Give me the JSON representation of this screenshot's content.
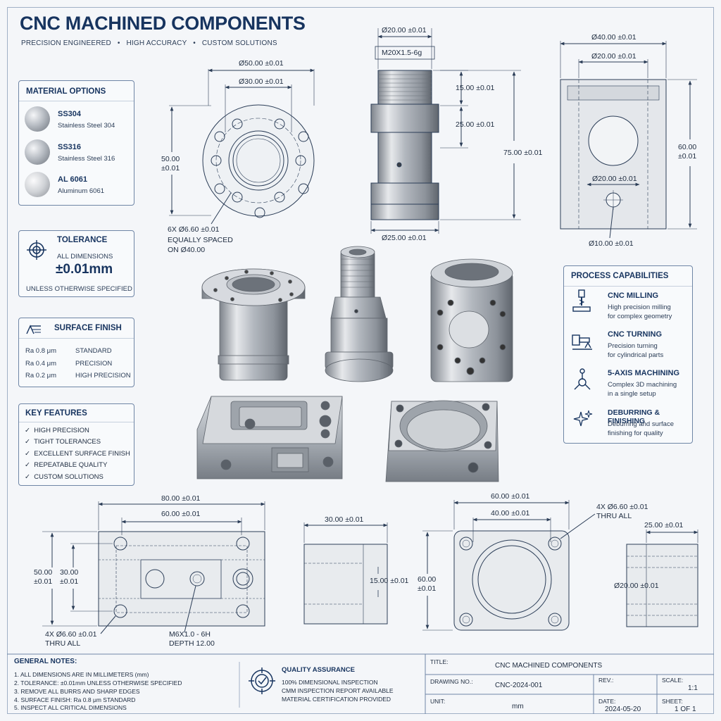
{
  "header": {
    "title": "CNC MACHINED COMPONENTS",
    "subtitle_items": [
      "PRECISION ENGINEERED",
      "HIGH ACCURACY",
      "CUSTOM SOLUTIONS"
    ],
    "separator": "•"
  },
  "materials": {
    "heading": "MATERIAL OPTIONS",
    "items": [
      {
        "name": "SS304",
        "desc": "Stainless Steel 304"
      },
      {
        "name": "SS316",
        "desc": "Stainless Steel 316"
      },
      {
        "name": "AL 6061",
        "desc": "Aluminum 6061"
      }
    ]
  },
  "tolerance": {
    "heading": "TOLERANCE",
    "line1": "ALL DIMENSIONS",
    "value": "±0.01mm",
    "line2": "UNLESS OTHERWISE SPECIFIED"
  },
  "surface_finish": {
    "heading": "SURFACE FINISH",
    "rows": [
      {
        "ra": "Ra 0.8 μm",
        "label": "STANDARD"
      },
      {
        "ra": "Ra 0.4 μm",
        "label": "PRECISION"
      },
      {
        "ra": "Ra 0.2 μm",
        "label": "HIGH PRECISION"
      }
    ]
  },
  "key_features": {
    "heading": "KEY FEATURES",
    "check": "✓",
    "items": [
      "HIGH PRECISION",
      "TIGHT TOLERANCES",
      "EXCELLENT SURFACE FINISH",
      "REPEATABLE QUALITY",
      "CUSTOM SOLUTIONS"
    ]
  },
  "process": {
    "heading": "PROCESS CAPABILITIES",
    "items": [
      {
        "title": "CNC MILLING",
        "desc1": "High precision milling",
        "desc2": "for complex geometry",
        "icon": "milling-icon"
      },
      {
        "title": "CNC TURNING",
        "desc1": "Precision turning",
        "desc2": "for cylindrical parts",
        "icon": "turning-icon"
      },
      {
        "title": "5-AXIS MACHINING",
        "desc1": "Complex 3D machining",
        "desc2": "in a single setup",
        "icon": "five-axis-icon"
      },
      {
        "title": "DEBURRING & FINISHING",
        "desc1": "Deburring and surface",
        "desc2": "finishing for quality",
        "icon": "sparkle-icon"
      }
    ]
  },
  "drawings": {
    "flange": {
      "d50": "Ø50.00 ±0.01",
      "d30": "Ø30.00 ±0.01",
      "h50a": "50.00",
      "h50b": "±0.01",
      "holes1": "6X Ø6.60 ±0.01",
      "holes2": "EQUALLY SPACED",
      "holes3": "ON Ø40.00"
    },
    "shaft": {
      "d20": "Ø20.00 ±0.01",
      "thread": "M20X1.5-6g",
      "l15": "15.00 ±0.01",
      "l25": "25.00 ±0.01",
      "l75": "75.00 ±0.01",
      "d25": "Ø25.00 ±0.01"
    },
    "block": {
      "d40": "Ø40.00 ±0.01",
      "d20top": "Ø20.00 ±0.01",
      "h60a": "60.00",
      "h60b": "±0.01",
      "d20mid": "Ø20.00 ±0.01",
      "d10": "Ø10.00 ±0.01"
    },
    "plate": {
      "w80": "80.00 ±0.01",
      "w60": "60.00 ±0.01",
      "h50a": "50.00",
      "h50b": "±0.01",
      "h30a": "30.00",
      "h30b": "±0.01",
      "holes1": "4X Ø6.60 ±0.01",
      "holes2": "THRU ALL",
      "thread1": "M6X1.0 - 6H",
      "thread2": "DEPTH 12.00"
    },
    "plate_side": {
      "w30": "30.00 ±0.01",
      "h15": "15.00 ±0.01"
    },
    "square": {
      "w60": "60.00 ±0.01",
      "w40": "40.00 ±0.01",
      "h60a": "60.00",
      "h60b": "±0.01",
      "holes1": "4X Ø6.60 ±0.01",
      "holes2": "THRU ALL"
    },
    "square_side": {
      "w25": "25.00 ±0.01",
      "d20": "Ø20.00 ±0.01"
    }
  },
  "notes": {
    "heading": "GENERAL NOTES:",
    "items": [
      "1.  ALL DIMENSIONS ARE IN MILLIMETERS (mm)",
      "2.  TOLERANCE: ±0.01mm UNLESS OTHERWISE SPECIFIED",
      "3.  REMOVE ALL BURRS AND SHARP EDGES",
      "4.  SURFACE FINISH: Ra 0.8 μm STANDARD",
      "5.  INSPECT ALL CRITICAL DIMENSIONS"
    ]
  },
  "quality": {
    "heading": "QUALITY ASSURANCE",
    "items": [
      "100% DIMENSIONAL INSPECTION",
      "CMM INSPECTION REPORT AVAILABLE",
      "MATERIAL CERTIFICATION PROVIDED"
    ]
  },
  "title_block": {
    "title_label": "TITLE:",
    "title_value": "CNC MACHINED COMPONENTS",
    "drawing_label": "DRAWING NO.:",
    "drawing_value": "CNC-2024-001",
    "rev_label": "REV.:",
    "scale_label": "SCALE:",
    "scale_value": "1:1",
    "unit_label": "UNIT:",
    "unit_value": "mm",
    "date_label": "DATE:",
    "date_value": "2024-05-20",
    "sheet_label": "SHEET:",
    "sheet_value": "1 OF 1"
  },
  "colors": {
    "navy": "#17345f",
    "line": "#2b3d57",
    "panel_border": "#6f86a6",
    "steel": "#b8bdc4"
  }
}
